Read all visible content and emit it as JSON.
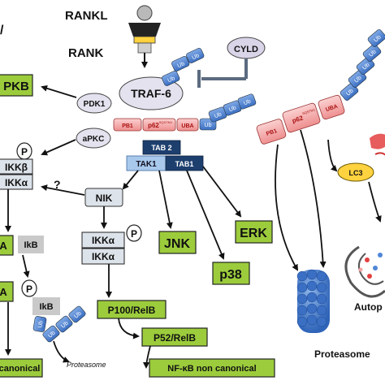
{
  "labels": {
    "rankl": "RANKL",
    "rank": "RANK",
    "cyld": "CYLD",
    "traf6": "TRAF-6",
    "pdk1": "PDK1",
    "apkc": "aPKC",
    "pkb": "PKB",
    "ikkb": "IKKβ",
    "ikka_left": "IKKα",
    "question": "?",
    "p_marker": "P",
    "tab2": "TAB 2",
    "tak1": "TAK1",
    "tab1": "TAB1",
    "nik": "NIK",
    "ikka_1": "IKKα",
    "ikka_2": "IKKα",
    "jnk": "JNK",
    "erk": "ERK",
    "p38": "p38",
    "p100": "P100/RelB",
    "p52": "P52/RelB",
    "nfkb_nc": "NF-κB non canonical",
    "nfkb_c": "canonical",
    "ikb_1": "IkB",
    "ikb_2": "IkB",
    "left_a1": "A",
    "left_a2": "A",
    "proteasome_small": "Proteasome",
    "proteasome": "Proteasome",
    "autophagy": "Autop",
    "lc3": "LC3",
    "pb1": "PB1",
    "p62": "p62",
    "p62_sup": "SQSTM1",
    "uba": "UBA",
    "ub": "Ub",
    "top_left_fragment": "/"
  },
  "colors": {
    "green_box": "#9ccc3c",
    "blue_ub": "#4f86d6",
    "pink_domain": "#f4a3a3",
    "navy": "#1d3f6e",
    "light_blue": "#a9c9ec",
    "grey": "#c9c9c9",
    "traf_fill": "#e4e2ee"
  }
}
